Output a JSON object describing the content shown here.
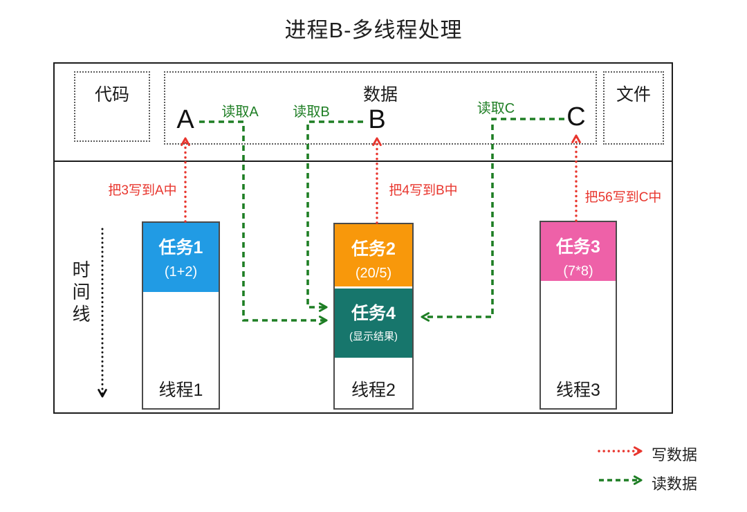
{
  "title": "进程B-多线程处理",
  "memory": {
    "code_label": "代码",
    "data_label": "数据",
    "file_label": "文件",
    "variables": [
      "A",
      "B",
      "C"
    ]
  },
  "read_labels": [
    "读取A",
    "读取B",
    "读取C"
  ],
  "write_labels": [
    "把3写到A中",
    "把4写到B中",
    "把56写到C中"
  ],
  "timeline_label": "时间线",
  "threads": [
    {
      "name": "线程1",
      "tasks": [
        {
          "title": "任务1",
          "detail": "(1+2)",
          "color": "#219be4"
        }
      ]
    },
    {
      "name": "线程2",
      "tasks": [
        {
          "title": "任务2",
          "detail": "(20/5)",
          "color": "#f8980b"
        },
        {
          "title": "任务4",
          "detail": "(显示结果)",
          "color": "#17766c"
        }
      ]
    },
    {
      "name": "线程3",
      "tasks": [
        {
          "title": "任务3",
          "detail": "(7*8)",
          "color": "#ee61a8"
        }
      ]
    }
  ],
  "legend": [
    {
      "label": "写数据",
      "color": "#e8362e",
      "line_style": "dotted"
    },
    {
      "label": "读数据",
      "color": "#1e7e24",
      "line_style": "dashed"
    }
  ],
  "colors": {
    "write_arrow": "#e8362e",
    "read_arrow": "#1e7e24",
    "timeline_arrow": "#111111",
    "task1": "#219be4",
    "task2": "#f8980b",
    "task3": "#ee61a8",
    "task4": "#17766c"
  }
}
